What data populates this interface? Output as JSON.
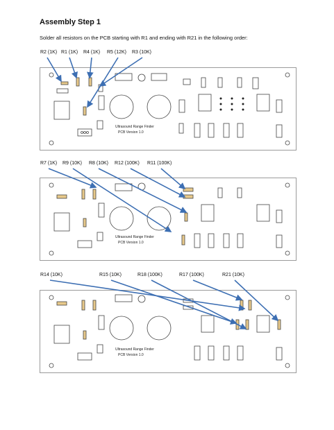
{
  "title": "Assembly Step 1",
  "instruction": "Solder all resistors on the PCB starting with R1 and ending with R21 in the following order:",
  "step_labels": {
    "row1": [
      "R2 (1K)",
      "R1 (1K)",
      "R4 (1K)",
      "R5 (12K)",
      "R3 (10K)"
    ],
    "row2": [
      "R7 (1K)",
      "R9 (10K)",
      "R8 (10K)",
      "R12 (100K)",
      "R11 (100K)"
    ],
    "row3": [
      "R14 (10K)",
      "R15 (10K)",
      "R18 (100K)",
      "R17 (100K)",
      "R21 (10K)"
    ]
  },
  "pcb": {
    "silk_line1": "Ultrasound Range Finder",
    "silk_line2": "PCB Version 1.0"
  },
  "colors": {
    "arrow": "#3d6fb3",
    "resistor": "#e8c98a",
    "pcb_border": "#9a9a9a"
  }
}
